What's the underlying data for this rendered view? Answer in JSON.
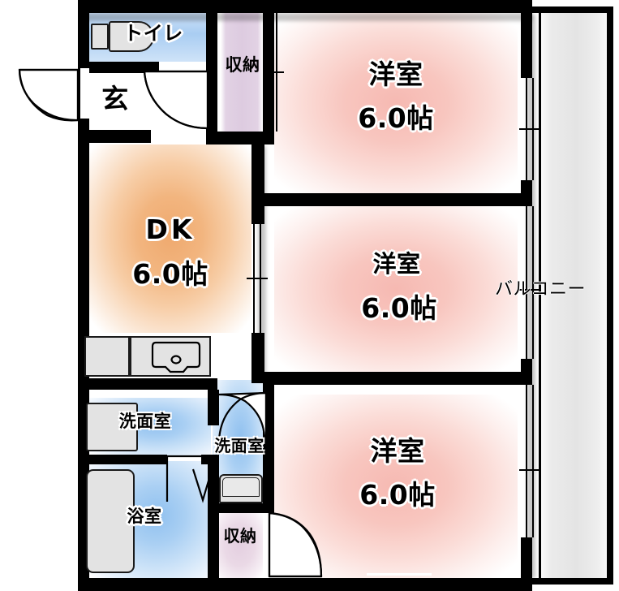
{
  "document": {
    "type": "japanese-apartment-floor-plan",
    "title": "間取り図"
  },
  "rooms": [
    {
      "id": "toilet",
      "name_ja": "トイレ",
      "name_en": "toilet",
      "label": "トイレ",
      "area": "",
      "color": "#a9cdf2"
    },
    {
      "id": "genkan",
      "name_ja": "玄関",
      "name_en": "entrance",
      "label": "玄",
      "area": "",
      "color": "#ffffff"
    },
    {
      "id": "closet-top",
      "name_ja": "収納",
      "name_en": "storage",
      "label": "収納",
      "area": "",
      "color": "#ddcbe0"
    },
    {
      "id": "washitsu-top",
      "name_ja": "洋室",
      "name_en": "western-room",
      "label": "洋室",
      "area": "6.0帖",
      "color": "#f8c6bf"
    },
    {
      "id": "dk",
      "name_ja": "DK",
      "name_en": "dining-kitchen",
      "label": "DK",
      "area": "6.0帖",
      "color": "#f2b57f"
    },
    {
      "id": "washitsu-mid",
      "name_ja": "洋室",
      "name_en": "western-room",
      "label": "洋室",
      "area": "6.0帖",
      "color": "#f8c6bf"
    },
    {
      "id": "senmenshitsu-left",
      "name_ja": "洗面室",
      "name_en": "washroom",
      "label": "洗面室",
      "area": "",
      "color": "#a9cff3"
    },
    {
      "id": "senmenshitsu-right",
      "name_ja": "洗面室",
      "name_en": "washroom",
      "label": "洗面室",
      "area": "",
      "color": "#a9cff3"
    },
    {
      "id": "yokushitsu",
      "name_ja": "浴室",
      "name_en": "bathroom",
      "label": "浴室",
      "area": "",
      "color": "#a9cff3"
    },
    {
      "id": "closet-bottom",
      "name_ja": "収納",
      "name_en": "storage",
      "label": "収納",
      "area": "",
      "color": "#e4cfe0"
    },
    {
      "id": "washitsu-bottom",
      "name_ja": "洋室",
      "name_en": "western-room",
      "label": "洋室",
      "area": "6.0帖",
      "color": "#f8c6bf"
    },
    {
      "id": "balcony",
      "name_ja": "バルコニー",
      "name_en": "balcony",
      "label": "バルコニー",
      "area": "",
      "color": "#e4e4e4"
    }
  ],
  "labels": {
    "toilet": "トイレ",
    "genkan": "玄",
    "closet_top": "収納",
    "room_top_name": "洋室",
    "room_top_area": "6.0帖",
    "dk_name": "DK",
    "dk_area": "6.0帖",
    "room_mid_name": "洋室",
    "room_mid_area": "6.0帖",
    "washroom_left": "洗面室",
    "washroom_right": "洗面室",
    "bath": "浴室",
    "closet_bottom": "収納",
    "room_bottom_name": "洋室",
    "room_bottom_area": "6.0帖",
    "balcony": "バルコニー"
  },
  "fixtures": [
    {
      "id": "toilet-bowl",
      "name": "toilet-fixture"
    },
    {
      "id": "kitchen-counter",
      "name": "kitchen-counter"
    },
    {
      "id": "kitchen-sink",
      "name": "kitchen-sink"
    },
    {
      "id": "vanity-basin",
      "name": "vanity-basin"
    },
    {
      "id": "bathtub",
      "name": "bathtub"
    },
    {
      "id": "washer-space",
      "name": "washing-machine-space"
    }
  ],
  "doors": [
    {
      "id": "entrance-door",
      "name": "entrance-door",
      "type": "swing"
    },
    {
      "id": "toilet-door",
      "name": "toilet-door",
      "type": "swing"
    },
    {
      "id": "washroom-door",
      "name": "washroom-door",
      "type": "swing"
    },
    {
      "id": "closet-bottom-door",
      "name": "closet-door",
      "type": "swing"
    },
    {
      "id": "dk-room-sliding",
      "name": "sliding-door",
      "type": "sliding"
    },
    {
      "id": "bath-door",
      "name": "bath-folding-door",
      "type": "folding"
    }
  ],
  "colors": {
    "wall": "#000000",
    "room_pink": "#f8c6bf",
    "dk_orange": "#f2b57f",
    "water_blue": "#a9cff3",
    "closet_purple": "#ddcbe0",
    "balcony_gray": "#e4e4e4",
    "background": "#ffffff"
  }
}
